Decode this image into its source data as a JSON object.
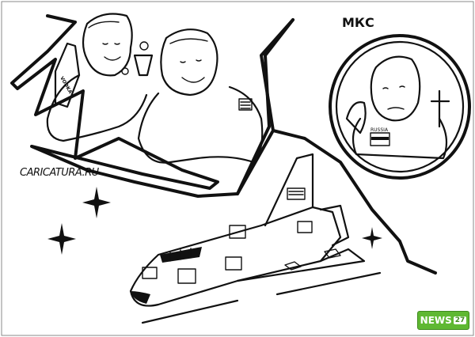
{
  "cartoon": {
    "station_label": "МКС",
    "signature": "CARICATURA.RU",
    "bottle_label": "VODKA",
    "patch_label": "RUSSIA"
  },
  "badge": {
    "text": "NEWS",
    "number": "27"
  },
  "colors": {
    "ink": "#111111",
    "paper": "#ffffff",
    "badge_green": "#5fb832"
  }
}
